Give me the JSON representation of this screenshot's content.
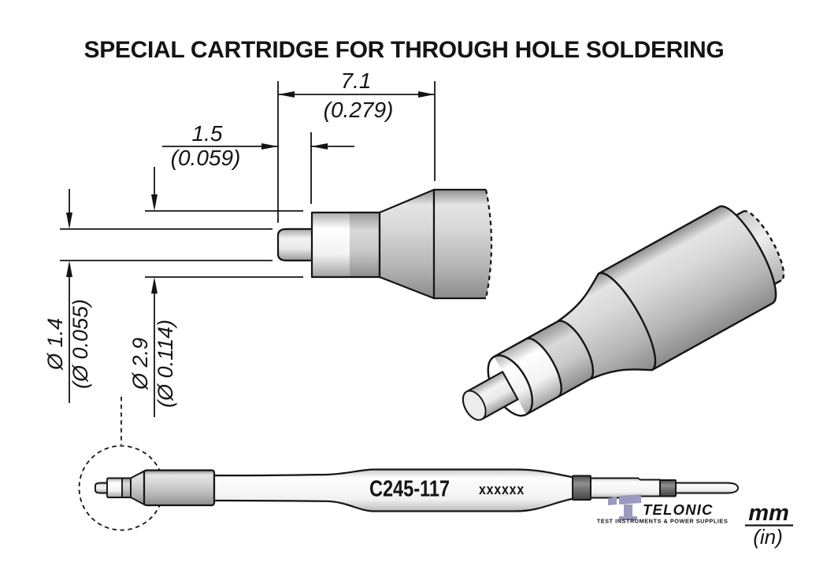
{
  "title": "SPECIAL CARTRIDGE FOR THROUGH HOLE SOLDERING",
  "dimensions": {
    "total_length": {
      "mm": "7.1",
      "inches": "(0.279)"
    },
    "tip_protrusion": {
      "mm": "1.5",
      "inches": "(0.059)"
    },
    "tip_diameter": {
      "mm": "Ø 1.4",
      "inches": "(Ø 0.055)"
    },
    "sleeve_diameter": {
      "mm": "Ø 2.9",
      "inches": "(Ø 0.114)"
    }
  },
  "cartridge": {
    "model": "C245-117",
    "marking": "xxxxxx"
  },
  "units_legend": {
    "primary": "mm",
    "secondary": "(in)"
  },
  "branding": {
    "name": "TELONIC",
    "tagline": "TEST INSTRUMENTS & POWER SUPPLIES",
    "color": "#9b99bd",
    "tagline_color": "#a5a2c4"
  },
  "colors": {
    "outline": "#141414",
    "background": "#ffffff"
  }
}
